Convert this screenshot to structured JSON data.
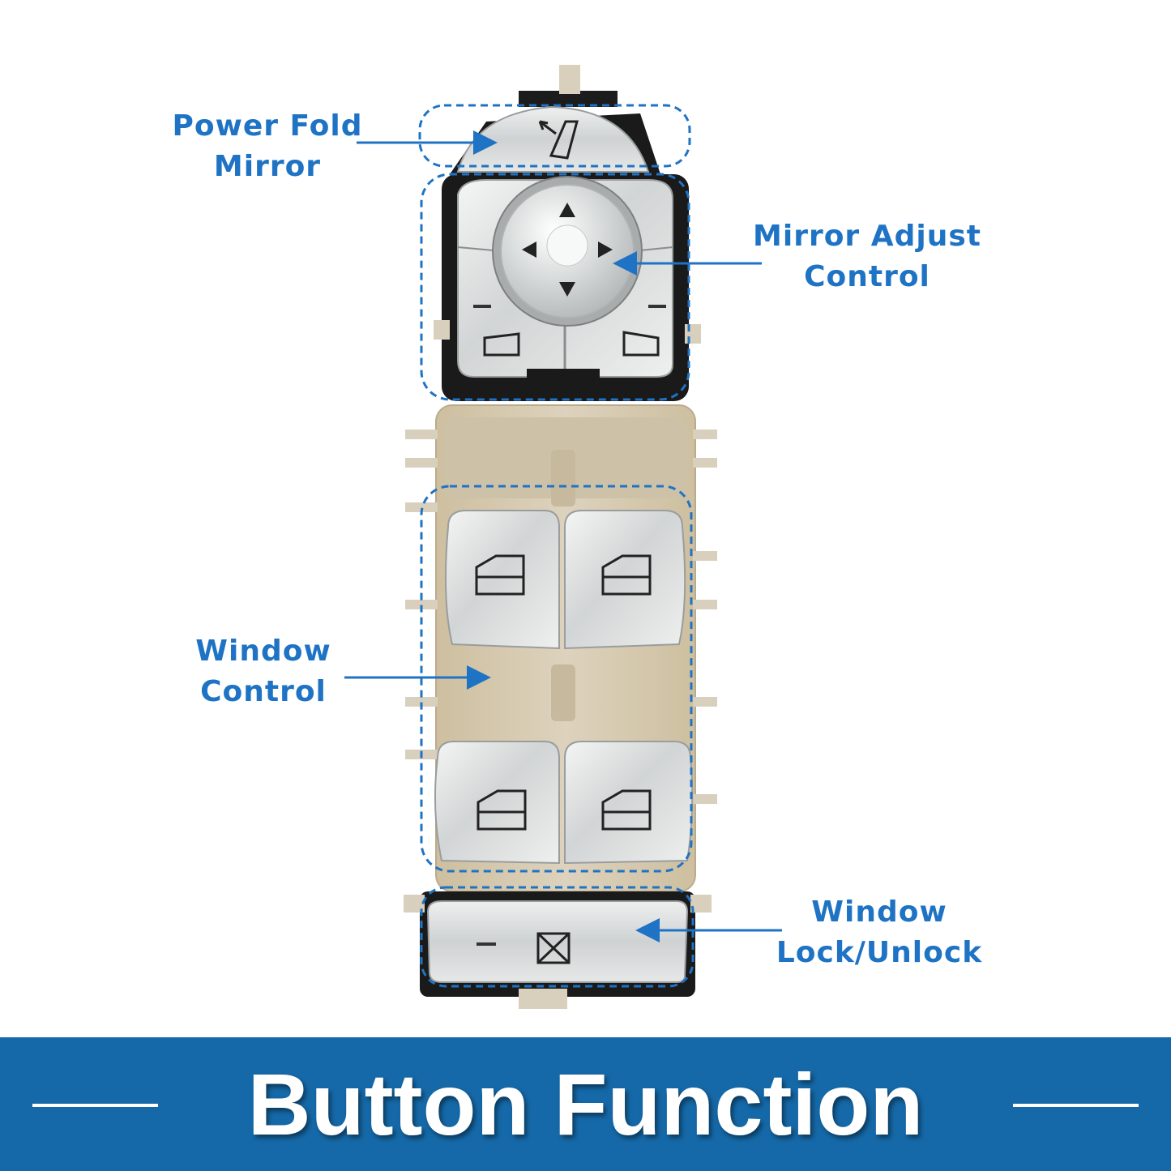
{
  "callouts": {
    "power_fold_mirror": {
      "line1": "Power Fold",
      "line2": "Mirror"
    },
    "mirror_adjust_control": {
      "line1": "Mirror Adjust",
      "line2": "Control"
    },
    "window_control": {
      "line1": "Window",
      "line2": "Control"
    },
    "window_lock_unlock": {
      "line1": "Window",
      "line2": "Lock/Unlock"
    }
  },
  "banner": {
    "title": "Button Function"
  },
  "colors": {
    "accent": "#1f73c4",
    "banner_bg": "#1569a8",
    "housing_beige": "#d8ccb6",
    "button_silver": "#d9dcdc",
    "frame_black": "#1a1a1a"
  },
  "icons": [
    "fold-mirror-icon",
    "arrow-up-icon",
    "arrow-down-icon",
    "arrow-left-icon",
    "arrow-right-icon",
    "left-mirror-icon",
    "right-mirror-icon",
    "window-icon",
    "window-lock-icon"
  ]
}
